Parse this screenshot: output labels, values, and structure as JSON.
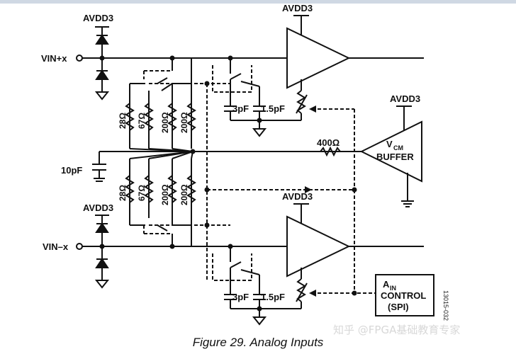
{
  "labels": {
    "avdd3": "AVDD3",
    "vin_plus": "VIN+x",
    "vin_minus": "VIN–x",
    "r28": "28Ω",
    "r67": "67Ω",
    "r200": "200Ω",
    "cap10": "10pF",
    "cap3": "3pF",
    "cap15": "1.5pF",
    "r400": "400Ω",
    "vcm_v": "V",
    "vcm_sub": "CM",
    "buffer": "BUFFER",
    "ain_a": "A",
    "ain_sub": "IN",
    "control": "CONTROL",
    "spi": "(SPI)"
  },
  "caption": "Figure 29. Analog Inputs",
  "watermark": "知乎 @FPGA基础教育专家",
  "figure_code": "13015-032"
}
